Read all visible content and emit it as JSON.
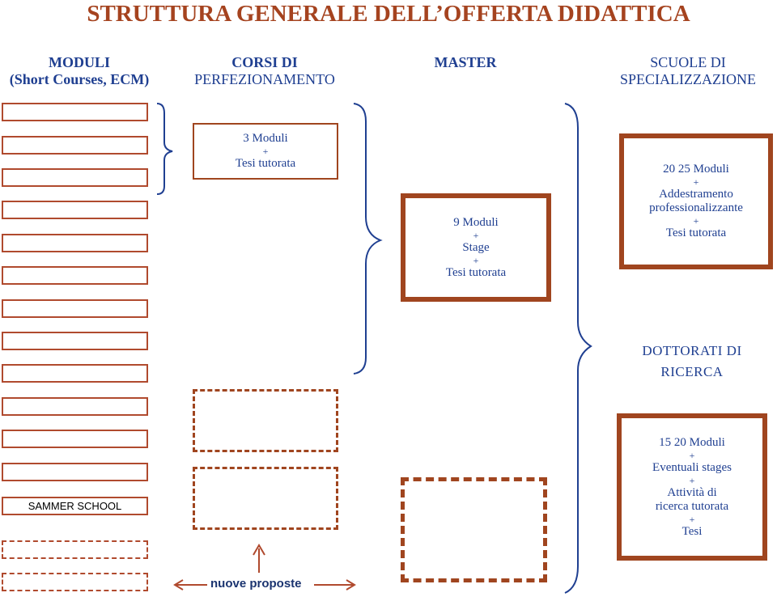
{
  "title": "STRUTTURA GENERALE DELL’OFFERTA DIDATTICA",
  "columns": {
    "moduli": {
      "line1": "MODULI",
      "line2": "(Short Courses, ECM)"
    },
    "corsi": {
      "line1": "CORSI DI",
      "line2": "PERFEZIONAMENTO"
    },
    "master": {
      "line1": "MASTER"
    },
    "scuole": {
      "line1": "SCUOLE  DI",
      "line2": "SPECIALIZZAZIONE"
    }
  },
  "moduli_slots": {
    "summer_label": "SAMMER SCHOOL"
  },
  "corsi_box": {
    "line1": "3 Moduli",
    "plus1": "+",
    "line2": "Tesi tutorata"
  },
  "master_box": {
    "line1": "9 Moduli",
    "plus1": "+",
    "line2": "Stage",
    "plus2": "+",
    "line3": "Tesi tutorata"
  },
  "scuole_box": {
    "line1": "20  25 Moduli",
    "plus1": "+",
    "line2": "Addestramento",
    "line3": "professionalizzante",
    "plus2": "+",
    "line4": "Tesi tutorata"
  },
  "dottorati": {
    "line1": "DOTTORATI  DI",
    "line2": "RICERCA"
  },
  "dottorati_box": {
    "line1": "15  20 Moduli",
    "plus1": "+",
    "line2": "Eventuali stages",
    "plus2": "+",
    "line3": "Attività di",
    "line4": "ricerca tutorata",
    "plus3": "+",
    "line5": "Tesi"
  },
  "footer": {
    "nuove_proposte": "nuove proposte"
  },
  "colors": {
    "title": "#a5431f",
    "heading": "#1f3f91",
    "border": "#a0451f",
    "brace": "#1f3f91"
  }
}
